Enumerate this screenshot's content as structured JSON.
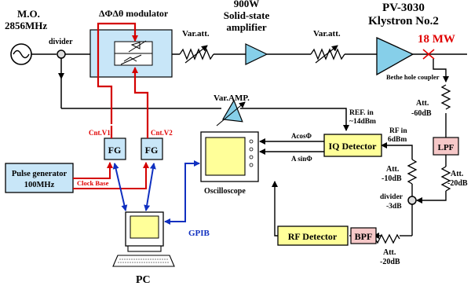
{
  "labels": {
    "mo_line1": "M.O.",
    "mo_line2": "2856MHz",
    "divider_top": "divider",
    "modulator": "ΔΦΔθ modulator",
    "var_att_1": "Var.att.",
    "amp_line1": "900W",
    "amp_line2": "Solid-state",
    "amp_line3": "amplifier",
    "var_att_2": "Var.att.",
    "klystron_line1": "PV-3030",
    "klystron_line2": "Klystron No.2",
    "power": "18 MW",
    "bethe": "Bethe hole coupler",
    "var_amp": "Var.AMP.",
    "ref_in_1": "REF. in",
    "ref_in_2": "~14dBm",
    "att_60_1": "Att.",
    "att_60_2": "-60dB",
    "cnt_v1": "Cnt.V1",
    "cnt_v2": "Cnt.V2",
    "fg1": "FG",
    "fg2": "FG",
    "acos": "AcosΦ",
    "asin": "A sinΦ",
    "iq_detector": "IQ Detector",
    "rf_in_1": "RF in",
    "rf_in_2": "6dBm",
    "lpf": "LPF",
    "pulse_gen_1": "Pulse generator",
    "pulse_gen_2": "100MHz",
    "clock_base": "Clock Base",
    "oscilloscope": "Oscilloscope",
    "att_10_1": "Att.",
    "att_10_2": "-10dB",
    "att_20a_1": "Att.",
    "att_20a_2": "-20dB",
    "divider_right_1": "divider",
    "divider_right_2": "-3dB",
    "gpib": "GPIB",
    "rf_detector": "RF Detector",
    "bpf": "BPF",
    "att_20b_1": "Att.",
    "att_20b_2": "-20dB",
    "pc": "PC"
  },
  "colors": {
    "red_line": "#d40000",
    "blue_line": "#1030c0",
    "modulator_fill": "#c8e6f8",
    "fg_fill": "#c8e6f8",
    "pulse_fill": "#c8e6f8",
    "iq_fill": "#ffff99",
    "rf_det_fill": "#ffff99",
    "filter_fill": "#f6c8c8",
    "amp_fill": "#86cfe9"
  }
}
